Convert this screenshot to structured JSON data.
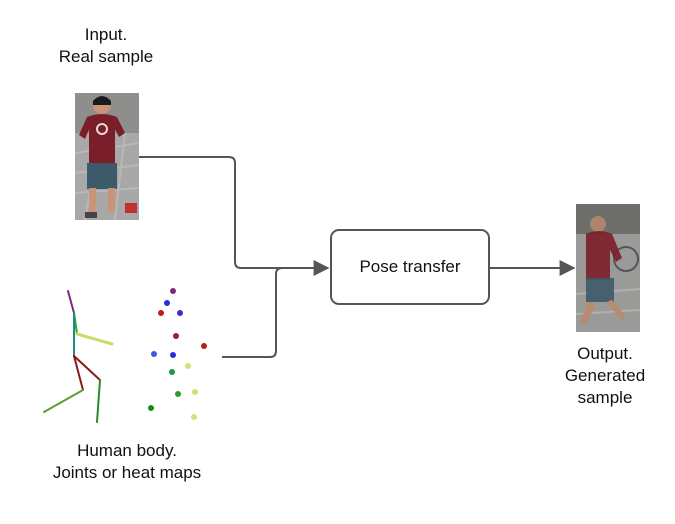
{
  "input": {
    "line1": "Input.",
    "line2": "Real sample"
  },
  "body": {
    "line1": "Human body.",
    "line2": "Joints or heat maps"
  },
  "output": {
    "line1": "Output.",
    "line2": "Generated",
    "line3": "sample"
  },
  "process": {
    "label": "Pose transfer"
  },
  "colors": {
    "connector": "#555555",
    "shirt": "#7a1e2a",
    "shorts": "#3d5a6b"
  },
  "icons": [
    "real-person-photo",
    "generated-person-photo",
    "skeleton-joints",
    "heatmap-keypoints"
  ]
}
